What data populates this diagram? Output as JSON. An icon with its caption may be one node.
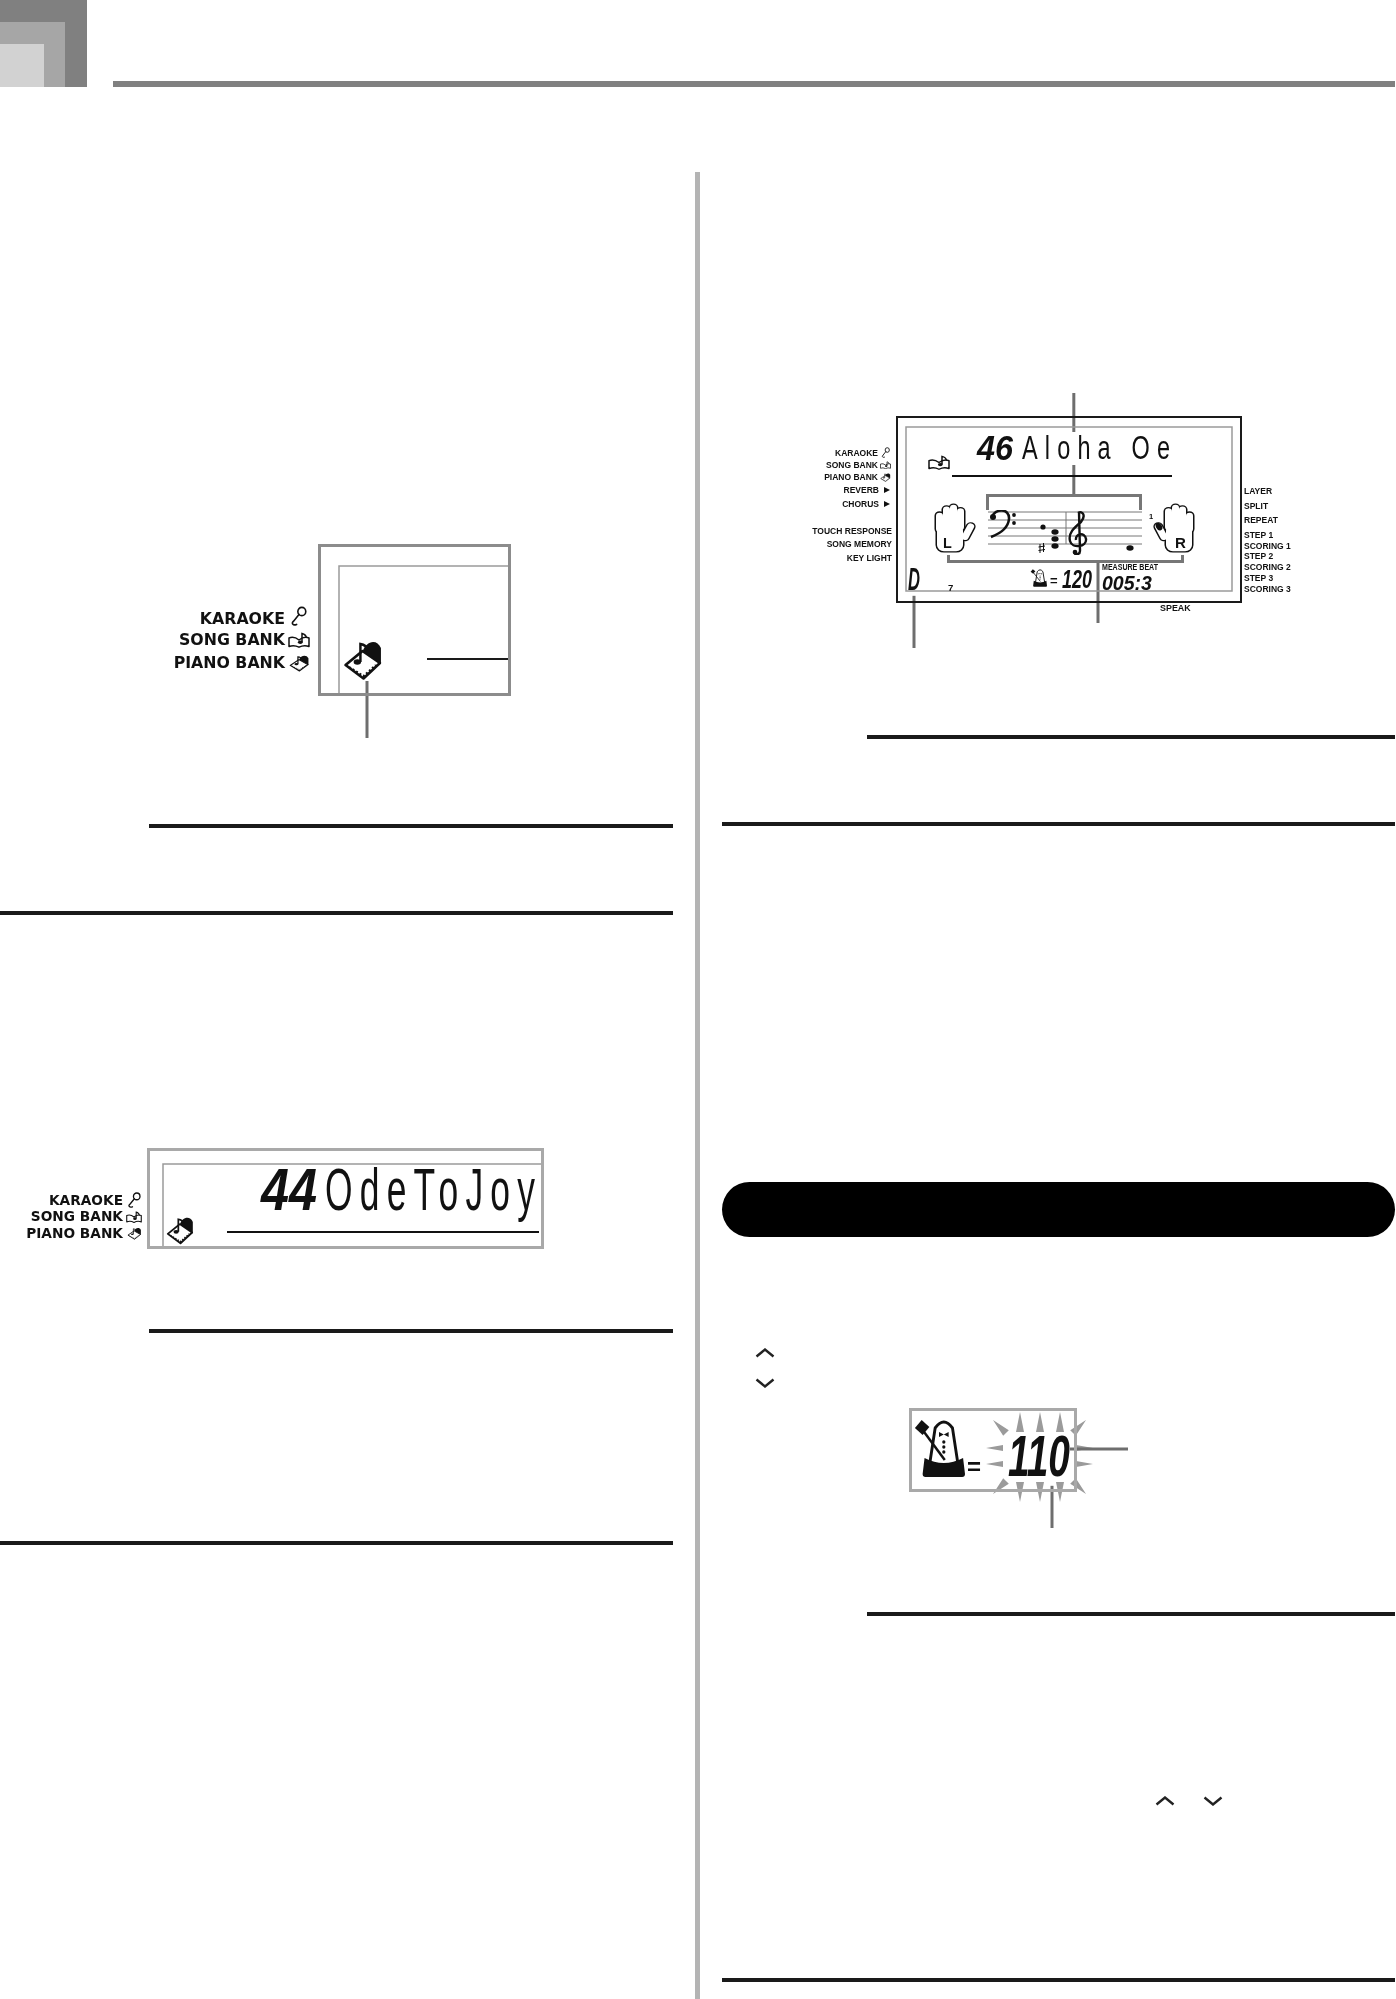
{
  "diagram": {
    "nodes": [
      {
        "text": [],
        "shape": "box",
        "beside": [
          "KARAOKE",
          "SONG BANK",
          "PIANO BANK"
        ]
      },
      {
        "text": [],
        "shape": "picture",
        "in": 0
      },
      {
        "text": [
          "44",
          "OdeToJoy"
        ],
        "beside": [
          "KARAOKE",
          "SONG BANK",
          "PIANO BANK"
        ]
      },
      {
        "text": [
          "46",
          "Aloha Oe",
          "L",
          "1",
          "R",
          "7",
          "=",
          "120",
          "MEASURE BEAT",
          "005:3"
        ],
        "beside": [
          "KARAOKE",
          "SONG BANK",
          "PIANO BANK",
          "REVERB",
          "CHORUS",
          "TOUCH RESPONSE",
          "SONG MEMORY",
          "KEY LIGHT",
          "LAYER",
          "SPLIT",
          "REPEAT",
          "STEP 1",
          "SCORING 1",
          "STEP 2",
          "SCORING 2",
          "STEP 3",
          "SCORING 3",
          "SPEAK"
        ]
      },
      {
        "text": [],
        "shape": "bracket",
        "in": 3
      },
      {
        "text": [],
        "shape": "bracket",
        "in": 3
      },
      {
        "text": [
          "D"
        ],
        "in": 3
      },
      {
        "text": [],
        "shape": "bar"
      },
      {
        "text": [
          "="
        ]
      },
      {
        "text": [
          "110"
        ],
        "in": 8
      }
    ],
    "edges": [
      {
        "from": null,
        "to": 1,
        "arrow": "none"
      },
      {
        "from": null,
        "to": 0,
        "arrow": "none",
        "color": "#1a1a1a"
      },
      {
        "from": null,
        "to": 4,
        "arrow": "none"
      },
      {
        "from": null,
        "to": 5,
        "arrow": "none"
      },
      {
        "from": null,
        "to": 6,
        "arrow": "none"
      },
      {
        "from": null,
        "to": 9,
        "arrow": "none"
      },
      {
        "from": null,
        "to": 9,
        "arrow": "none"
      }
    ]
  }
}
